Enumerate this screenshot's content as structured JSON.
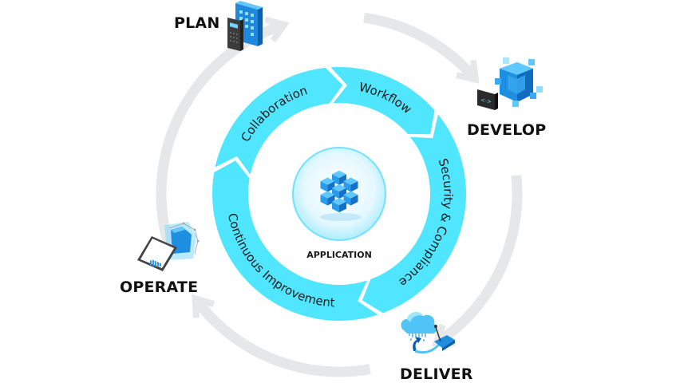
{
  "diagram": {
    "center": {
      "label": "APPLICATION",
      "icon": "cube-cluster-icon"
    },
    "inner_cycle": [
      {
        "id": "collaboration",
        "label": "Collaboration"
      },
      {
        "id": "workflow",
        "label": "Workflow"
      },
      {
        "id": "security",
        "label": "Security & Compliance"
      },
      {
        "id": "continuous",
        "label": "Continuous Improvement"
      }
    ],
    "outer_stages": [
      {
        "id": "plan",
        "label": "PLAN",
        "icon": "calendar-calculator-icon"
      },
      {
        "id": "develop",
        "label": "DEVELOP",
        "icon": "code-cubes-icon"
      },
      {
        "id": "deliver",
        "label": "DELIVER",
        "icon": "cloud-deploy-icon"
      },
      {
        "id": "operate",
        "label": "OPERATE",
        "icon": "monitoring-dashboard-icon"
      }
    ],
    "colors": {
      "inner_ring": "#50e6ff",
      "outer_ring": "#e6e7e9",
      "accent_blue": "#1e8ee0",
      "text": "#111111"
    }
  }
}
